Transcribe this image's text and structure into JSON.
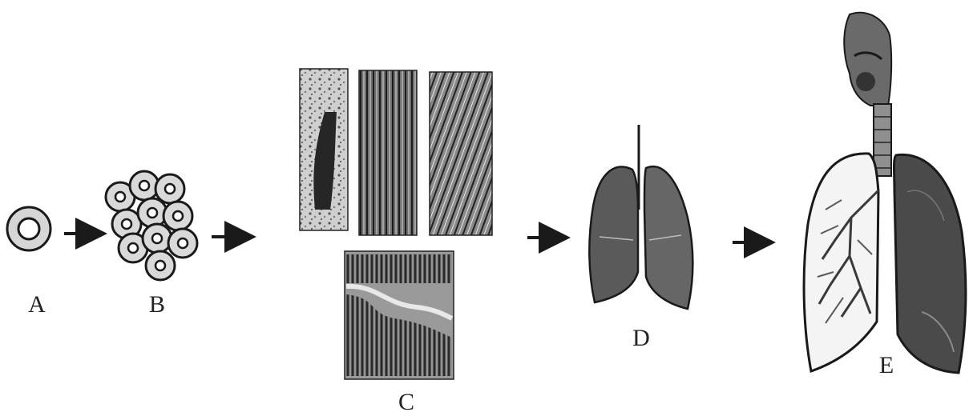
{
  "labels": {
    "a": "A",
    "b": "B",
    "c": "C",
    "d": "D",
    "e": "E"
  },
  "colors": {
    "ink": "#1a1a1a",
    "cell_fill": "#d9d9d9",
    "tissue_dark": "#3a3a3a",
    "tissue_mid": "#7a7a7a",
    "lung_dark": "#4a4a4a",
    "lung_light": "#f4f4f4"
  },
  "stages": [
    {
      "id": "A",
      "depicts": "single-cell-icon"
    },
    {
      "id": "B",
      "depicts": "cell-cluster-icon"
    },
    {
      "id": "C",
      "depicts": "tissue-micrographs"
    },
    {
      "id": "D",
      "depicts": "lungs-organ-icon"
    },
    {
      "id": "E",
      "depicts": "respiratory-system-icon"
    }
  ]
}
